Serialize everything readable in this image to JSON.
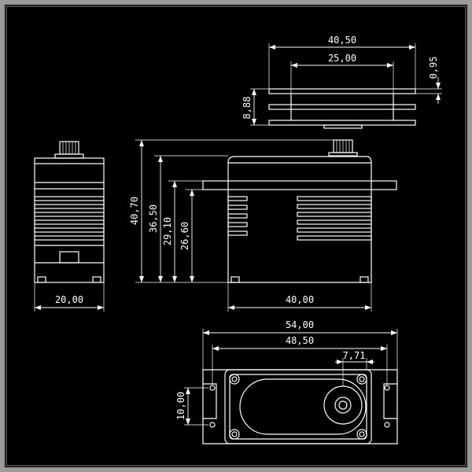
{
  "colors": {
    "background": "#000000",
    "lines": "#ffffff",
    "frame": "#9a9a9a"
  },
  "dimensions": {
    "top_width_overall": "40,50",
    "top_width_inner": "25,00",
    "top_thickness": "0,95",
    "top_height": "8,88",
    "side_height_total": "40,70",
    "side_height_body": "36,50",
    "side_height_flange": "29,10",
    "side_height_lower": "26,60",
    "front_width": "20,00",
    "side_width": "40,00",
    "bottom_width_overall": "54,00",
    "bottom_width_holes": "48,50",
    "bottom_shaft_offset": "7,71",
    "bottom_slot_spacing": "10,00"
  }
}
